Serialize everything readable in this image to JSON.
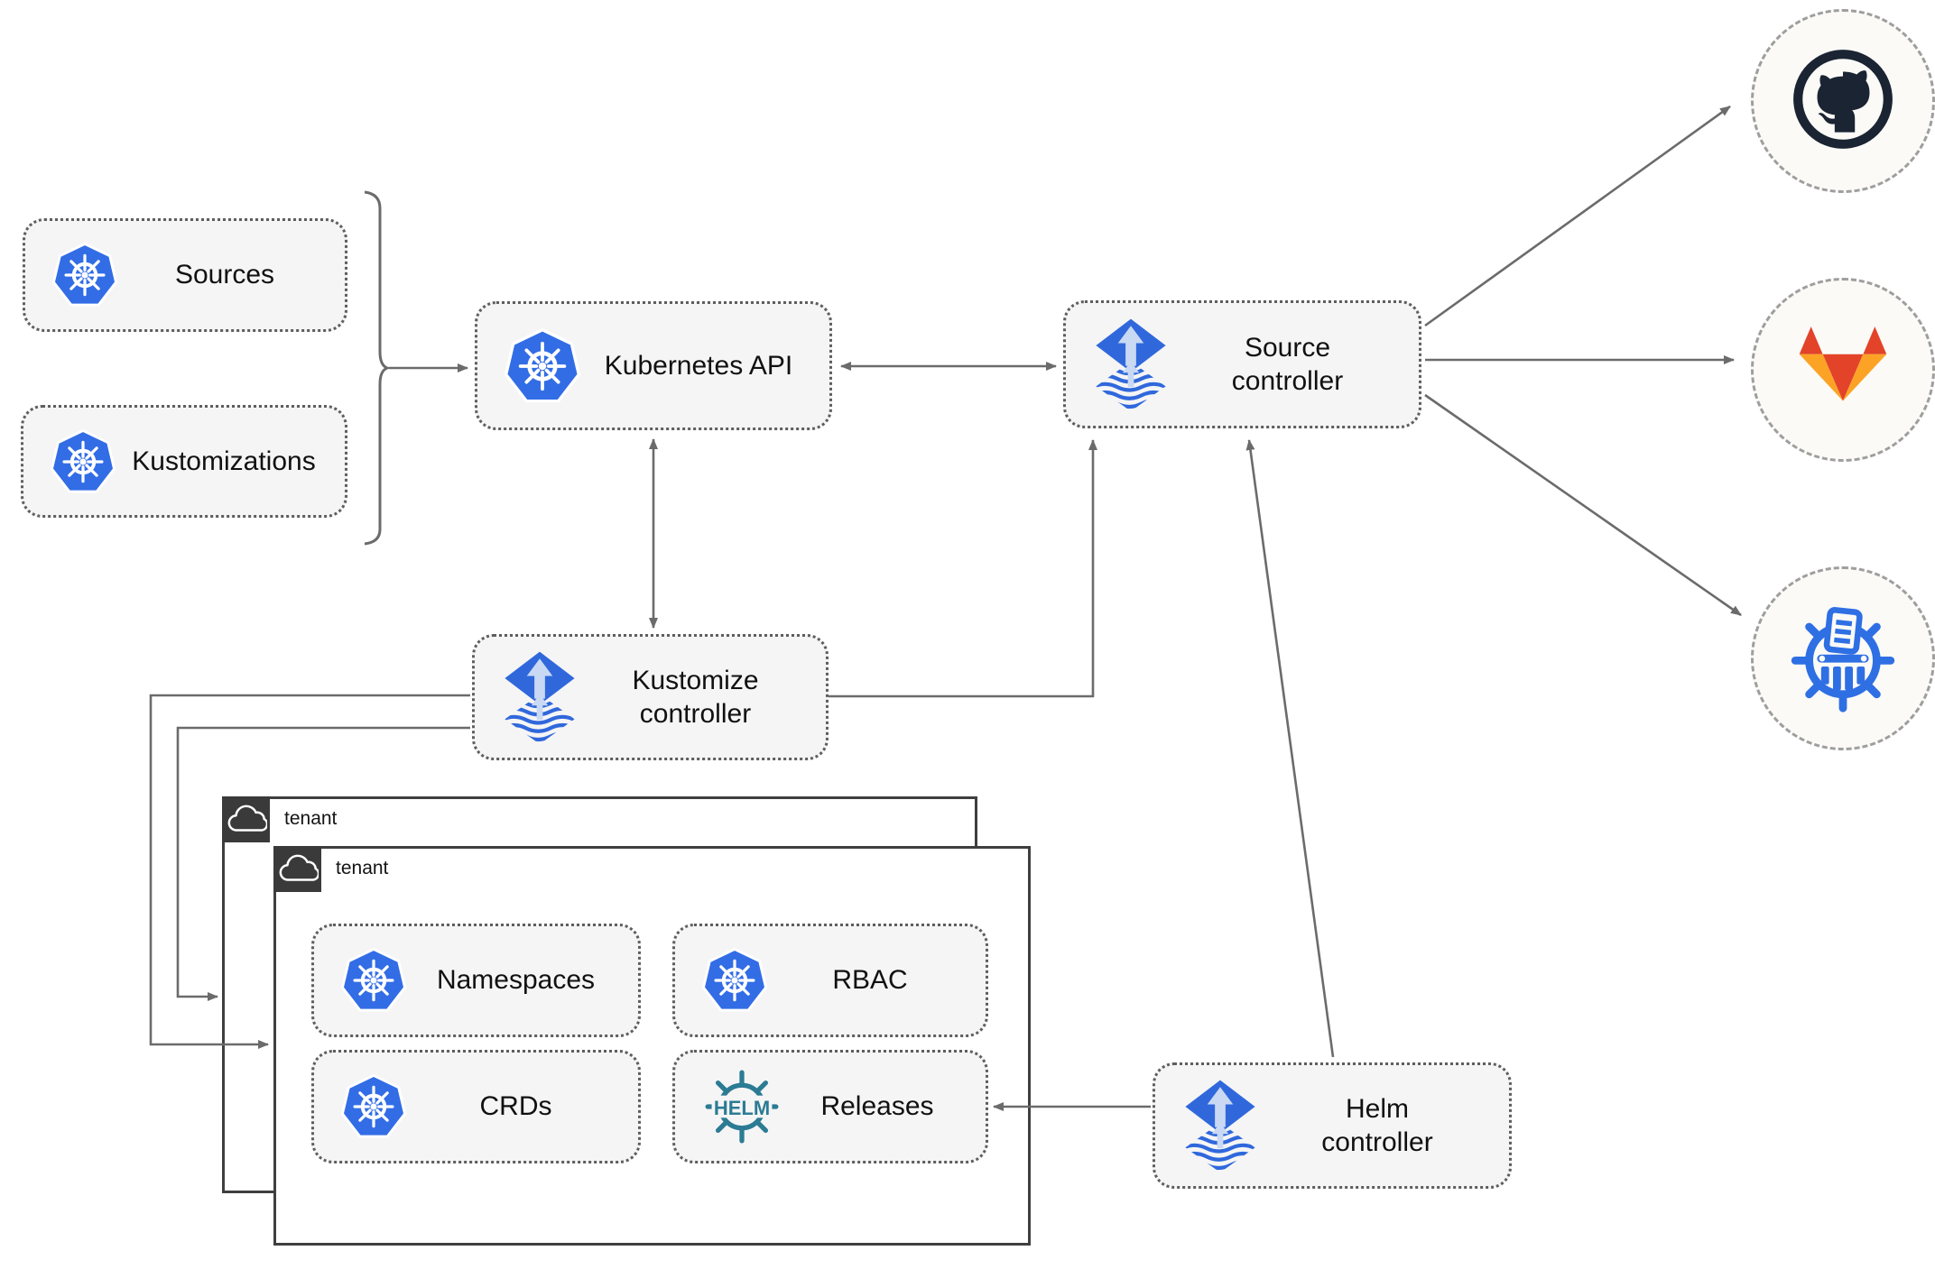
{
  "nodes": {
    "sources": {
      "label": "Sources"
    },
    "kustomizations": {
      "label": "Kustomizations"
    },
    "kubernetes_api": {
      "label": "Kubernetes API"
    },
    "source_controller": {
      "label": "Source controller"
    },
    "kustomize_controller": {
      "label": "Kustomize controller"
    },
    "helm_controller": {
      "label": "Helm controller"
    },
    "namespaces": {
      "label": "Namespaces"
    },
    "rbac": {
      "label": "RBAC"
    },
    "crds": {
      "label": "CRDs"
    },
    "releases": {
      "label": "Releases"
    }
  },
  "groups": {
    "outer_tenant": {
      "label": "tenant"
    },
    "inner_tenant": {
      "label": "tenant"
    }
  },
  "logos": {
    "helm_text": "HELM"
  },
  "icons": {
    "kubernetes": "kubernetes-icon",
    "flux": "flux-icon",
    "helm": "helm-icon",
    "github": "github-icon",
    "gitlab": "gitlab-icon",
    "chartmuseum": "chartmuseum-icon",
    "cloud": "cloud-icon"
  },
  "colors": {
    "kubernetes_blue": "#326de6",
    "flux_blue": "#3068dc",
    "flux_arrow_light": "#c9d9f4",
    "helm_teal": "#2c7b94",
    "github_dark": "#1a2432",
    "gitlab_red": "#e24329",
    "gitlab_orange": "#fca326",
    "chartmuseum_blue": "#2f6fe4",
    "line_gray": "#6b6b6b",
    "node_fill": "#f5f5f5",
    "tenant_border": "#3f3f3f"
  }
}
